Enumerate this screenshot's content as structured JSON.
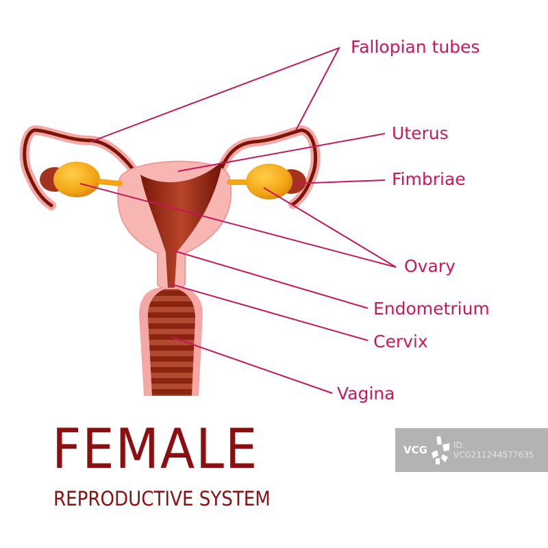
{
  "diagram": {
    "title": "FEMALE",
    "subtitle": "REPRODUCTIVE SYSTEM",
    "label_color": "#d1155a",
    "title_color": "#8b0e10",
    "labels": [
      {
        "id": "fallopian-tubes",
        "text": "Fallopian tubes"
      },
      {
        "id": "uterus",
        "text": "Uterus"
      },
      {
        "id": "fimbriae",
        "text": "Fimbriae"
      },
      {
        "id": "ovary",
        "text": "Ovary"
      },
      {
        "id": "endometrium",
        "text": "Endometrium"
      },
      {
        "id": "cervix",
        "text": "Cervix"
      },
      {
        "id": "vagina",
        "text": "Vagina"
      }
    ]
  },
  "watermark": {
    "logo": "VCG",
    "id_text": "ID: VCG211244577635"
  }
}
